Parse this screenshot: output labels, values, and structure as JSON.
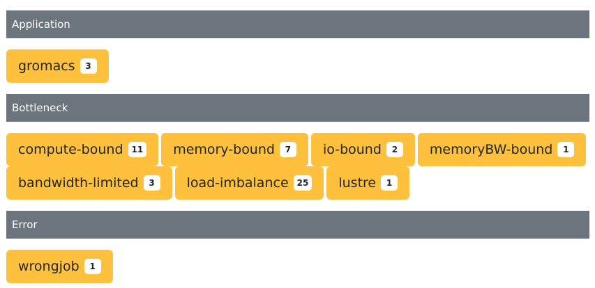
{
  "sections": [
    {
      "title": "Application",
      "tags": [
        {
          "label": "gromacs",
          "count": "3"
        }
      ]
    },
    {
      "title": "Bottleneck",
      "tags": [
        {
          "label": "compute-bound",
          "count": "11"
        },
        {
          "label": "memory-bound",
          "count": "7"
        },
        {
          "label": "io-bound",
          "count": "2"
        },
        {
          "label": "memoryBW-bound",
          "count": "1"
        },
        {
          "label": "bandwidth-limited",
          "count": "3"
        },
        {
          "label": "load-imbalance",
          "count": "25"
        },
        {
          "label": "lustre",
          "count": "1"
        }
      ]
    },
    {
      "title": "Error",
      "tags": [
        {
          "label": "wrongjob",
          "count": "1"
        }
      ]
    }
  ],
  "colors": {
    "header_bg": "#6c757d",
    "tag_bg": "#ffc13d",
    "badge_bg": "#ffffff"
  }
}
